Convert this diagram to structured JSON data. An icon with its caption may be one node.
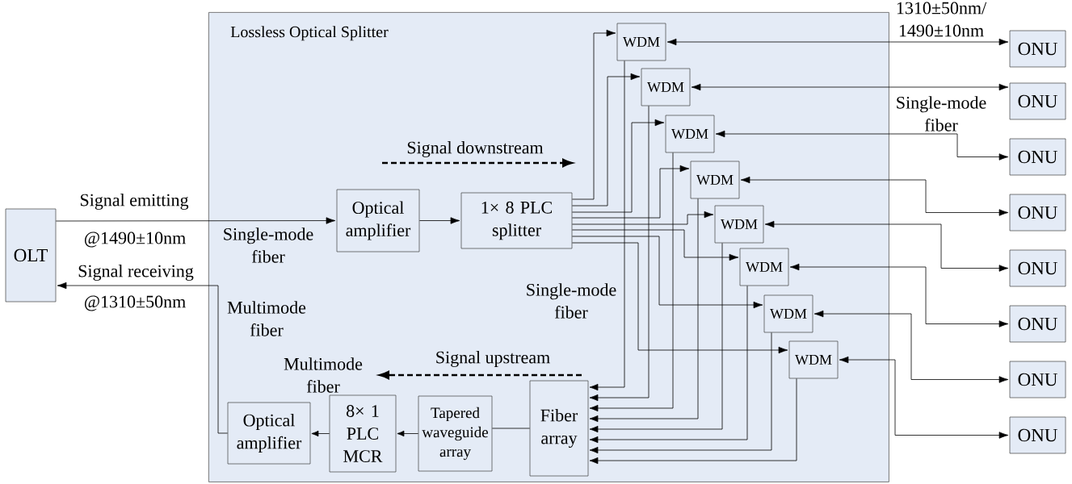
{
  "diagram": {
    "nodes": [
      {
        "text": [
          "Lossless Optical Splitter"
        ]
      },
      {
        "text": [
          "OLT"
        ]
      },
      {
        "text": [
          "Optical amplifier"
        ],
        "in": 0
      },
      {
        "text": [
          "1× 8 PLC splitter"
        ],
        "in": 0
      },
      {
        "text": [
          "WDM"
        ],
        "in": 0
      },
      {
        "text": [
          "WDM"
        ],
        "in": 0
      },
      {
        "text": [
          "WDM"
        ],
        "in": 0
      },
      {
        "text": [
          "WDM"
        ],
        "in": 0
      },
      {
        "text": [
          "WDM"
        ],
        "in": 0
      },
      {
        "text": [
          "WDM"
        ],
        "in": 0
      },
      {
        "text": [
          "WDM"
        ],
        "in": 0
      },
      {
        "text": [
          "WDM"
        ],
        "in": 0
      },
      {
        "text": [
          "ONU"
        ]
      },
      {
        "text": [
          "ONU"
        ]
      },
      {
        "text": [
          "ONU"
        ]
      },
      {
        "text": [
          "ONU"
        ]
      },
      {
        "text": [
          "ONU"
        ]
      },
      {
        "text": [
          "ONU"
        ]
      },
      {
        "text": [
          "ONU"
        ]
      },
      {
        "text": [
          "ONU"
        ]
      },
      {
        "text": [
          "Optical amplifier"
        ],
        "in": 0
      },
      {
        "text": [
          "8× 1 PLC MCR"
        ],
        "in": 0
      },
      {
        "text": [
          "Tapered waveguide array"
        ],
        "in": 0
      },
      {
        "text": [
          "Fiber array"
        ],
        "in": 0
      }
    ],
    "edges": [
      {
        "from": 1,
        "to": 2,
        "arrow": "to",
        "label": "Signal emitting"
      },
      {
        "from": 2,
        "to": 3,
        "arrow": "to"
      },
      {
        "from": 3,
        "to": 4,
        "arrow": "to"
      },
      {
        "from": 3,
        "to": 5,
        "arrow": "to"
      },
      {
        "from": 3,
        "to": 6,
        "arrow": "to"
      },
      {
        "from": 3,
        "to": 7,
        "arrow": "to"
      },
      {
        "from": 3,
        "to": 8,
        "arrow": "to"
      },
      {
        "from": 3,
        "to": 9,
        "arrow": "to"
      },
      {
        "from": 3,
        "to": 10,
        "arrow": "to"
      },
      {
        "from": 3,
        "to": 11,
        "arrow": "to"
      },
      {
        "from": 4,
        "to": 23,
        "arrow": "to"
      },
      {
        "from": 5,
        "to": 23,
        "arrow": "to"
      },
      {
        "from": 6,
        "to": 23,
        "arrow": "to"
      },
      {
        "from": 7,
        "to": 23,
        "arrow": "to"
      },
      {
        "from": 8,
        "to": 23,
        "arrow": "to"
      },
      {
        "from": 9,
        "to": 23,
        "arrow": "to"
      },
      {
        "from": 10,
        "to": 23,
        "arrow": "to"
      },
      {
        "from": 11,
        "to": 23,
        "arrow": "to"
      },
      {
        "from": 4,
        "to": 12,
        "arrow": "both"
      },
      {
        "from": 5,
        "to": 13,
        "arrow": "both"
      },
      {
        "from": 6,
        "to": 14,
        "arrow": "both"
      },
      {
        "from": 7,
        "to": 15,
        "arrow": "both"
      },
      {
        "from": 8,
        "to": 16,
        "arrow": "both"
      },
      {
        "from": 9,
        "to": 17,
        "arrow": "both"
      },
      {
        "from": 10,
        "to": 18,
        "arrow": "both"
      },
      {
        "from": 11,
        "to": 19,
        "arrow": "both"
      },
      {
        "from": 23,
        "to": 22,
        "arrow": "none"
      },
      {
        "from": 22,
        "to": 21,
        "arrow": "to"
      },
      {
        "from": 21,
        "to": 20,
        "arrow": "to"
      },
      {
        "from": 20,
        "to": 1,
        "arrow": "to",
        "label": "Signal receiving"
      }
    ],
    "labels": [
      "@1490±10nm",
      "Single-mode fiber",
      "@1310±50nm",
      "Multimode fiber",
      "Signal downstream",
      "1310±50nm/ 1490±10nm",
      "Single-mode fiber",
      "Single-mode fiber",
      "Signal upstream",
      "Multimode fiber"
    ]
  }
}
